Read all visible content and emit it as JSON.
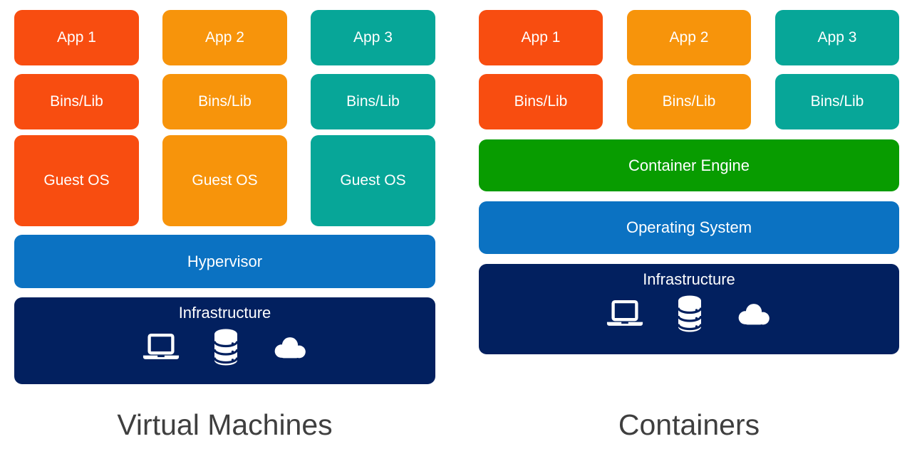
{
  "colors": {
    "red": "#F84D10",
    "orange": "#F7940B",
    "teal": "#07A698",
    "blue": "#0B72C2",
    "navy": "#02205F",
    "green": "#089C00",
    "caption_text": "#3F3F3F",
    "box_text": "#FFFFFF"
  },
  "vm_panel": {
    "title": "Virtual Machines",
    "stacks": [
      {
        "app": "App 1",
        "bins": "Bins/Lib",
        "guest_os": "Guest OS"
      },
      {
        "app": "App 2",
        "bins": "Bins/Lib",
        "guest_os": "Guest OS"
      },
      {
        "app": "App 3",
        "bins": "Bins/Lib",
        "guest_os": "Guest OS"
      }
    ],
    "hypervisor_label": "Hypervisor",
    "infrastructure_label": "Infrastructure",
    "infrastructure_icons": [
      "laptop-icon",
      "database-icon",
      "cloud-icon"
    ]
  },
  "containers_panel": {
    "title": "Containers",
    "stacks": [
      {
        "app": "App 1",
        "bins": "Bins/Lib"
      },
      {
        "app": "App 2",
        "bins": "Bins/Lib"
      },
      {
        "app": "App 3",
        "bins": "Bins/Lib"
      }
    ],
    "container_engine_label": "Container Engine",
    "operating_system_label": "Operating System",
    "infrastructure_label": "Infrastructure",
    "infrastructure_icons": [
      "laptop-icon",
      "database-icon",
      "cloud-icon"
    ]
  }
}
